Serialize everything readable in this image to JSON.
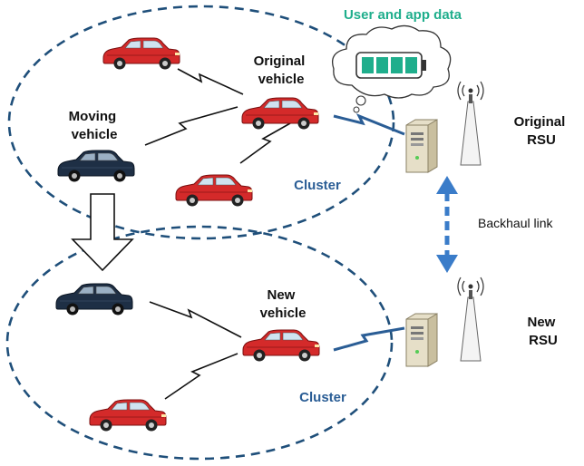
{
  "title": "User and app data",
  "labels": {
    "moving_vehicle": [
      "Moving",
      "vehicle"
    ],
    "original_vehicle": [
      "Original",
      "vehicle"
    ],
    "new_vehicle": [
      "New",
      "vehicle"
    ],
    "original_rsu": [
      "Original",
      "RSU"
    ],
    "new_rsu": [
      "New",
      "RSU"
    ],
    "cluster_top": "Cluster",
    "cluster_bottom": "Cluster",
    "backhaul": "Backhaul link"
  },
  "colors": {
    "cluster_outline": "#1f4f7a",
    "title": "#1fae8c",
    "cluster_text": "#2a5d95",
    "car_red": "#d42a2a",
    "car_dark": "#1e2f45",
    "backhaul_arrow": "#3a7cc9",
    "battery": "#1fae8c"
  },
  "icons": [
    "cloud-icon",
    "battery-icon",
    "server-icon",
    "antenna-tower-icon",
    "car-icon",
    "wireless-link-icon",
    "down-arrow-icon"
  ]
}
